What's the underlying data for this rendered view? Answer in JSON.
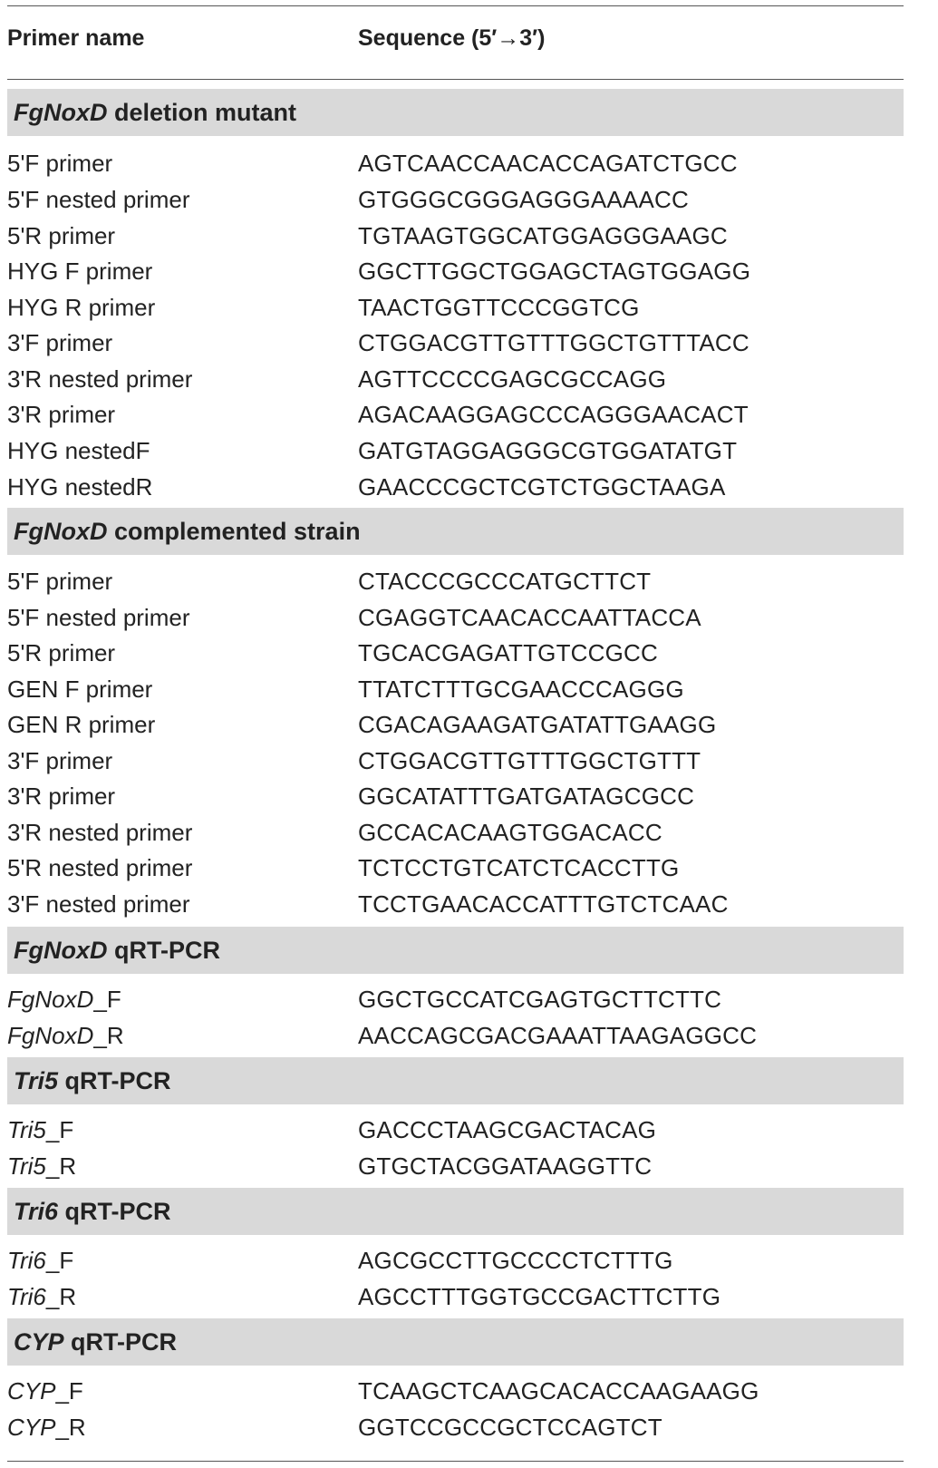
{
  "table": {
    "header": {
      "col1": "Primer name",
      "col2": "Sequence (5′→3′)"
    },
    "sections": [
      {
        "title_italic": "FgNoxD",
        "title_rest": " deletion mutant",
        "rows": [
          {
            "name": "5'F primer",
            "seq": "AGTCAACCAACACCAGATCTGCC"
          },
          {
            "name": "5'F nested primer",
            "seq": "GTGGGCGGGAGGGAAAACC"
          },
          {
            "name": "5'R primer",
            "seq": "TGTAAGTGGCATGGAGGGAAGC"
          },
          {
            "name": "HYG F primer",
            "seq": "GGCTTGGCTGGAGCTAGTGGAGG"
          },
          {
            "name": "HYG R primer",
            "seq": "TAACTGGTTCCCGGTCG"
          },
          {
            "name": "3'F primer",
            "seq": "CTGGACGTTGTTTGGCTGTTTACC"
          },
          {
            "name": "3'R nested primer",
            "seq": "AGTTCCCCGAGCGCCAGG"
          },
          {
            "name": "3'R primer",
            "seq": "AGACAAGGAGCCCAGGGAACACT"
          },
          {
            "name": "HYG nestedF",
            "seq": "GATGTAGGAGGGCGTGGATATGT"
          },
          {
            "name": "HYG nestedR",
            "seq": "GAACCCGCTCGTCTGGCTAAGA"
          }
        ]
      },
      {
        "title_italic": "FgNoxD",
        "title_rest": " complemented strain",
        "rows": [
          {
            "name": "5'F primer",
            "seq": "CTACCCGCCCATGCTTCT"
          },
          {
            "name": "5'F nested primer",
            "seq": "CGAGGTCAACACCAATTACCA"
          },
          {
            "name": "5'R primer",
            "seq": "TGCACGAGATTGTCCGCC"
          },
          {
            "name": "GEN F primer",
            "seq": "TTATCTTTGCGAACCCAGGG"
          },
          {
            "name": "GEN R primer",
            "seq": "CGACAGAAGATGATATTGAAGG"
          },
          {
            "name": "3'F primer",
            "seq": "CTGGACGTTGTTTGGCTGTTT"
          },
          {
            "name": "3'R primer",
            "seq": "GGCATATTTGATGATAGCGCC"
          },
          {
            "name": "3'R nested primer",
            "seq": "GCCACACAAGTGGACACC"
          },
          {
            "name": "5'R nested primer",
            "seq": "TCTCCTGTCATCTCACCTTG"
          },
          {
            "name": "3'F nested primer",
            "seq": "TCCTGAACACCATTTGTCTCAAC"
          }
        ]
      },
      {
        "title_italic": "FgNoxD",
        "title_rest": " qRT-PCR",
        "rows": [
          {
            "name_italic": "FgNoxD",
            "name_rest": "_F",
            "seq": "GGCTGCCATCGAGTGCTTCTTC"
          },
          {
            "name_italic": "FgNoxD",
            "name_rest": "_R",
            "seq": "AACCAGCGACGAAATTAAGAGGCC"
          }
        ]
      },
      {
        "title_italic": "Tri5",
        "title_rest": " qRT-PCR",
        "rows": [
          {
            "name_italic": "Tri5",
            "name_rest": "_F",
            "seq": "GACCCTAAGCGACTACAG"
          },
          {
            "name_italic": "Tri5",
            "name_rest": "_R",
            "seq": "GTGCTACGGATAAGGTTC"
          }
        ]
      },
      {
        "title_italic": "Tri6",
        "title_rest": " qRT-PCR",
        "rows": [
          {
            "name_italic": "Tri6",
            "name_rest": "_F",
            "seq": "AGCGCCTTGCCCCTCTTTG"
          },
          {
            "name_italic": "Tri6",
            "name_rest": "_R",
            "seq": "AGCCTTTGGTGCCGACTTCTTG"
          }
        ]
      },
      {
        "title_italic": "CYP",
        "title_rest": " qRT-PCR",
        "rows": [
          {
            "name_italic": "CYP",
            "name_rest": "_F",
            "seq": "TCAAGCTCAAGCACACCAAGAAGG"
          },
          {
            "name_italic": "CYP",
            "name_rest": "_R",
            "seq": "GGTCCGCCGCTCCAGTCT"
          }
        ]
      }
    ]
  }
}
